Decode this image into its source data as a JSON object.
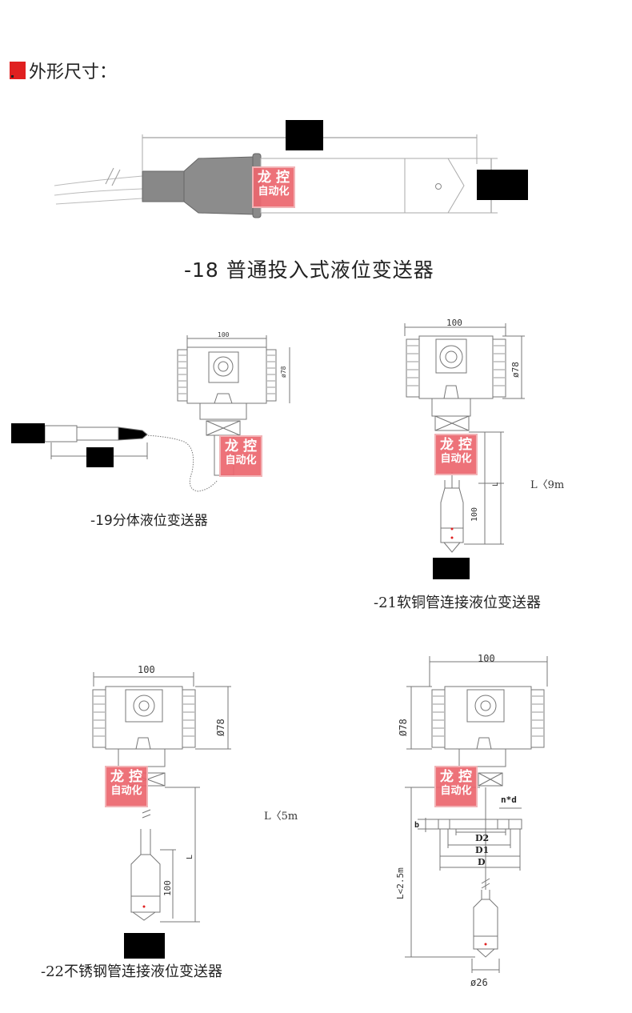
{
  "header": {
    "title": "外形尺寸："
  },
  "captions": {
    "m18": "-18 普通投入式液位变送器",
    "m19": "-19分体液位变送器",
    "m21": "-21软铜管连接液位变送器",
    "m22": "-22不锈钢管连接液位变送器"
  },
  "watermark": {
    "line1": "龙 控",
    "line2": "自动化"
  },
  "dims": {
    "w100": "100",
    "d78": "ø78",
    "d78b": "Ø78",
    "h100": "100",
    "L": "L",
    "L9": "L〈9m",
    "L5": "L〈5m",
    "L25": "L<2.5m",
    "nd": "n*d",
    "b": "b",
    "D2": "D2",
    "D1": "D1",
    "D": "D",
    "d26": "ø26"
  },
  "colors": {
    "accent": "#e02020",
    "watermark": "#ec666e",
    "redaction": "#000000"
  }
}
